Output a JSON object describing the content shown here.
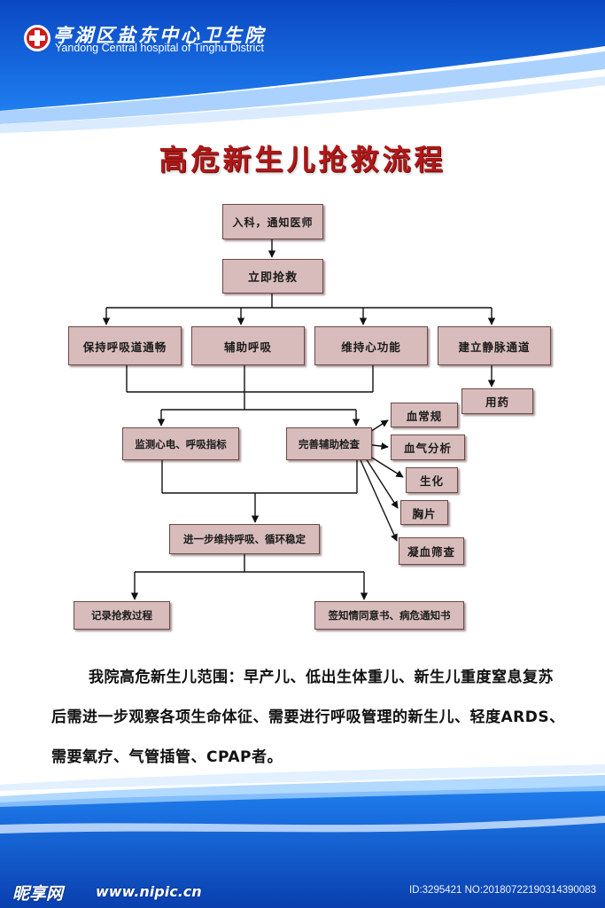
{
  "header": {
    "hospital_cn": "亭湖区盐东中心卫生院",
    "hospital_en": "Yandong Central hospital of Tinghu District"
  },
  "title": "高危新生儿抢救流程",
  "flow": {
    "admit": "入科，通知医师",
    "rescue": "立即抢救",
    "airway": "保持呼吸道通畅",
    "assist_breath": "辅助呼吸",
    "cardiac": "维持心功能",
    "iv_access": "建立静脉通道",
    "medication": "用药",
    "monitor": "监测心电、呼吸指标",
    "exams": "完善辅助检查",
    "blood_routine": "血常规",
    "blood_gas": "血气分析",
    "biochem": "生化",
    "chest_film": "胸片",
    "coag": "凝血筛查",
    "maintain": "进一步维持呼吸、循环稳定",
    "record": "记录抢救过程",
    "consent": "签知情同意书、病危通知书"
  },
  "description": "我院高危新生儿范围：早产儿、低出生体重儿、新生儿重度窒息复苏后需进一步观察各项生命体征、需要进行呼吸管理的新生儿、轻度ARDS、需要氧疗、气管插管、CPAP者。",
  "watermark": {
    "logo": "昵享网",
    "url": "www.nipic.cn",
    "id": "ID:3295421 NO:20180722190314390083"
  },
  "colors": {
    "title": "#b01818",
    "box_fill": "#d8bcbc",
    "box_border": "#6a4848",
    "header_blue": "#0a4fc8"
  }
}
